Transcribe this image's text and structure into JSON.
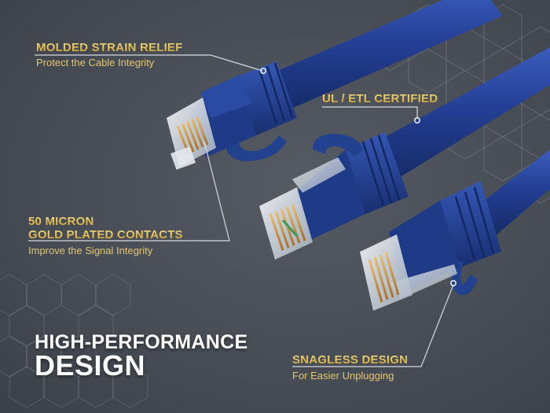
{
  "colors": {
    "gold_light": "#f3e08a",
    "gold_dark": "#c99a2e",
    "subtext": "#e3c772",
    "cable_blue": "#213e8f",
    "background": "#4a4f58",
    "leader_line": "#d6d9de"
  },
  "callouts": [
    {
      "id": "strain-relief",
      "title": "MOLDED STRAIN RELIEF",
      "subtitle": "Protect the Cable Integrity"
    },
    {
      "id": "ul-etl",
      "title": "UL / ETL CERTIFIED",
      "subtitle": ""
    },
    {
      "id": "gold-contacts",
      "title_line1": "50 MICRON",
      "title_line2": "GOLD PLATED CONTACTS",
      "subtitle": "Improve the Signal Integrity"
    },
    {
      "id": "snagless",
      "title": "SNAGLESS DESIGN",
      "subtitle": "For Easier Unplugging"
    }
  ],
  "headline": {
    "line1": "HIGH-PERFORMANCE",
    "line2": "DESIGN"
  },
  "icons": {
    "product": "ethernet-cable-rj45-connector",
    "pattern": "hexagon-network-pattern",
    "marker": "circle-marker"
  }
}
